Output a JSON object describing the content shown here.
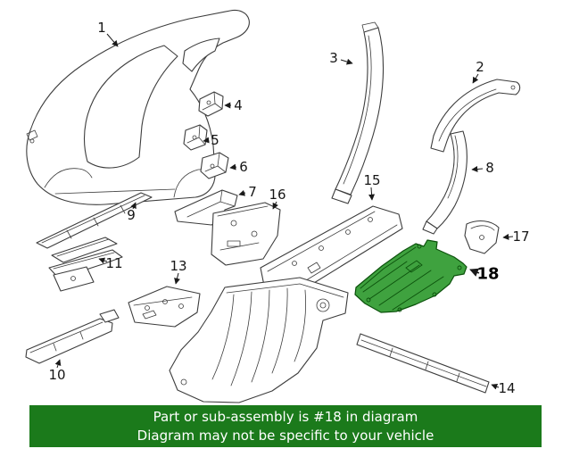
{
  "diagram": {
    "callouts": [
      {
        "id": "1"
      },
      {
        "id": "2"
      },
      {
        "id": "3"
      },
      {
        "id": "4"
      },
      {
        "id": "5"
      },
      {
        "id": "6"
      },
      {
        "id": "7"
      },
      {
        "id": "8"
      },
      {
        "id": "9"
      },
      {
        "id": "10"
      },
      {
        "id": "11"
      },
      {
        "id": "13"
      },
      {
        "id": "14"
      },
      {
        "id": "15"
      },
      {
        "id": "16"
      },
      {
        "id": "17"
      },
      {
        "id": "18"
      }
    ],
    "highlighted_callout": "18"
  },
  "banner": {
    "line1": "Part or sub-assembly is #18 in diagram",
    "line2": "Diagram may not be specific to your vehicle"
  },
  "colors": {
    "banner-green": "#1b7a1b",
    "part-highlight-green": "#3fa23f",
    "part-highlight-dark": "#0c520c",
    "line-color": "#3d3d3d",
    "label-color": "#161616"
  }
}
